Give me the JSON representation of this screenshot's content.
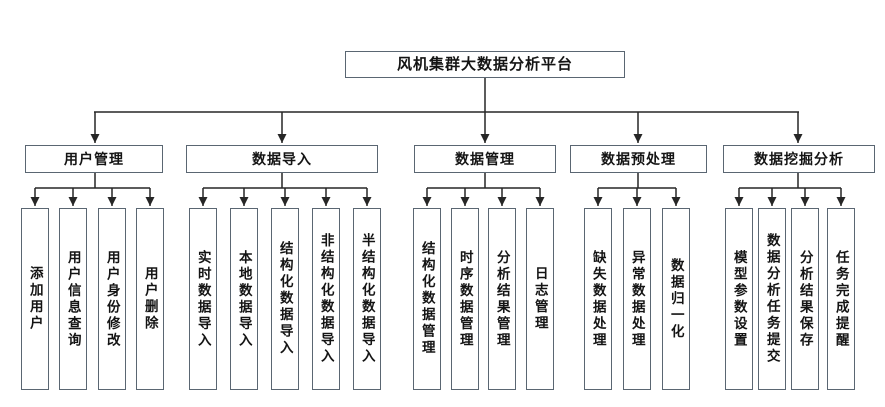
{
  "diagram": {
    "title": "风机集群大数据分析平台",
    "type": "hierarchy-org-chart",
    "levels": 3
  },
  "root": {
    "label": "风机集群大数据分析平台"
  },
  "groups": [
    {
      "label": "用户管理",
      "children": [
        "添加用户",
        "用户信息查询",
        "用户身份修改",
        "用户删除"
      ]
    },
    {
      "label": "数据导入",
      "children": [
        "实时数据导入",
        "本地数据导入",
        "结构化数据导入",
        "非结构化数据导入",
        "半结构化数据导入"
      ]
    },
    {
      "label": "数据管理",
      "children": [
        "结构化数据管理",
        "时序数据管理",
        "分析结果管理",
        "日志管理"
      ]
    },
    {
      "label": "数据预处理",
      "children": [
        "缺失数据处理",
        "异常数据处理",
        "数据归一化"
      ]
    },
    {
      "label": "数据挖掘分析",
      "children": [
        "模型参数设置",
        "数据分析任务提交",
        "分析结果保存",
        "任务完成提醒"
      ]
    }
  ],
  "style": {
    "box_border_color": "#5a6672",
    "connector_color": "#262626",
    "background_color": "#ffffff",
    "text_color": "#141414"
  }
}
